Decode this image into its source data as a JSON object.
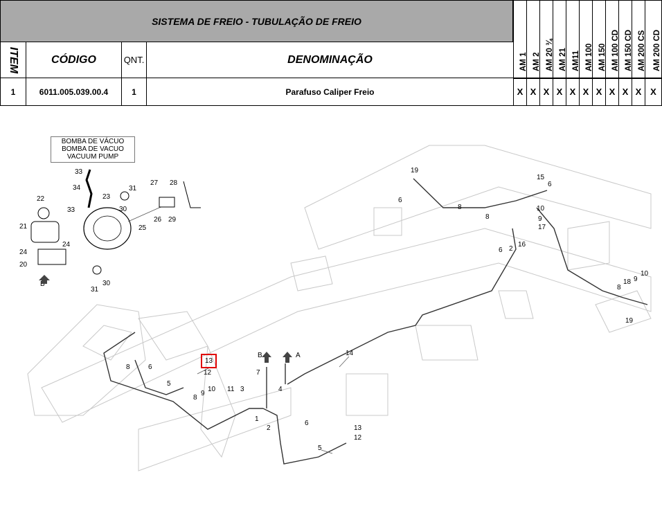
{
  "table": {
    "title": "SISTEMA DE FREIO - TUBULAÇÃO DE FREIO",
    "headers": {
      "item": "ITEM",
      "code": "CÓDIGO",
      "qty": "QNT.",
      "name": "DENOMINAÇÃO"
    },
    "models": [
      "AM 1",
      "AM 2",
      "AM 20 ¾",
      "AM 21",
      "AM11",
      "AM 100",
      "AM 150",
      "AM 100 CD",
      "AM 150 CD",
      "AM 200 CS",
      "AM 200 CD"
    ],
    "rows": [
      {
        "item": "1",
        "code": "6011.005.039.00.4",
        "qty": "1",
        "name": "Parafuso Caliper Freio",
        "marks": [
          "X",
          "X",
          "X",
          "X",
          "X",
          "X",
          "X",
          "X",
          "X",
          "X",
          "X"
        ]
      }
    ]
  },
  "diagram": {
    "vacuum_title": [
      "BOMBA DE VÁCUO",
      "BOMBA DE VACUO",
      "VACUUM PUMP"
    ],
    "highlighted_callout": "13",
    "callouts": {
      "c33a": "33",
      "c34": "34",
      "c33b": "33",
      "c22": "22",
      "c21": "21",
      "c24": "24",
      "c20": "20",
      "cB1": "B",
      "c23": "23",
      "c31a": "31",
      "c30a": "30",
      "c27": "27",
      "c28": "28",
      "c26": "26",
      "c29": "29",
      "c25": "25",
      "c31b": "31",
      "c30b": "30",
      "c19a": "19",
      "c6a": "6",
      "c8a": "8",
      "c15": "15",
      "c6b": "6",
      "c8b": "8",
      "c10a": "10",
      "c9a": "9",
      "c17": "17",
      "c2a": "2",
      "c16": "16",
      "c6c": "6",
      "c8c": "8",
      "c18": "18",
      "c9b": "9",
      "c10b": "10",
      "c19b": "19",
      "c8d": "8",
      "c6d": "6",
      "c5a": "5",
      "c12a": "12",
      "cB2": "B",
      "cA": "A",
      "c7": "7",
      "c14": "14",
      "c10c": "10",
      "c9c": "9",
      "c8e": "8",
      "c11": "11",
      "c3": "3",
      "c4": "4",
      "c1": "1",
      "c2b": "2",
      "c6e": "6",
      "c13b": "13",
      "c12b": "12",
      "c5b": "5"
    }
  }
}
